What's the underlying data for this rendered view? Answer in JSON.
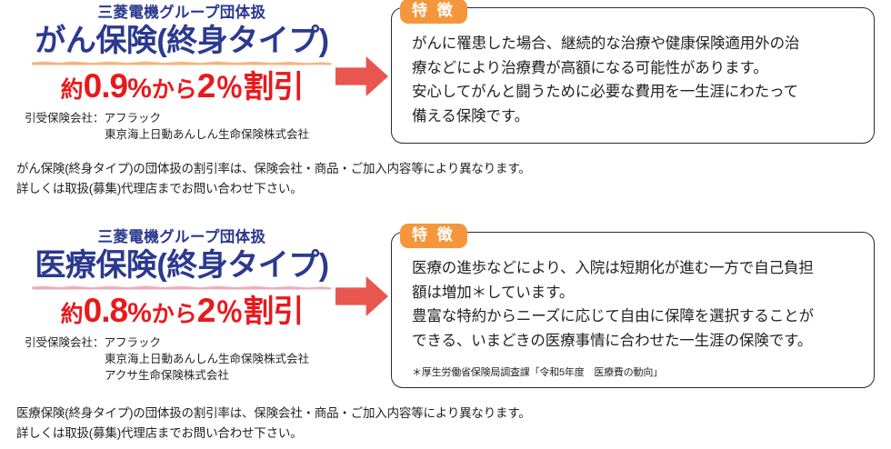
{
  "sections": [
    {
      "group_label": "三菱電機グループ団体扱",
      "product_title": "がん保険(終身タイプ)",
      "discount": {
        "approx": "約",
        "rate": "0.9",
        "percent": "%",
        "from": "から",
        "rate_max": "2",
        "percent_max": "％",
        "word": "割引",
        "full_text": "約0.9%から2％割引"
      },
      "underwriter_label": "引受保険会社：アフラック",
      "underwriters": [
        "東京海上日動あんしん生命保険株式会社"
      ],
      "feature": {
        "badge": "特 徴",
        "lines": [
          "がんに罹患した場合、継続的な治療や健康保険適用外の治",
          "療などにより治療費が高額になる可能性があります。",
          "安心してがんと闘うために必要な費用を一生涯にわたって",
          "備える保険です。"
        ],
        "note": ""
      },
      "disclaimer": [
        "がん保険(終身タイプ)の団体扱の割引率は、保険会社・商品・ご加入内容等により異なります。",
        "詳しくは取扱(募集)代理店までお問い合わせ下さい。"
      ]
    },
    {
      "group_label": "三菱電機グループ団体扱",
      "product_title": "医療保険(終身タイプ)",
      "discount": {
        "approx": "約",
        "rate": "0.8",
        "percent": "%",
        "from": "から",
        "rate_max": "2",
        "percent_max": "％",
        "word": "割引",
        "full_text": "約0.8%から2％割引"
      },
      "underwriter_label": "引受保険会社：アフラック",
      "underwriters": [
        "東京海上日動あんしん生命保険株式会社",
        "アクサ生命保険株式会社"
      ],
      "feature": {
        "badge": "特 徴",
        "lines": [
          "医療の進歩などにより、入院は短期化が進む一方で自己負担",
          "額は増加＊しています。",
          "豊富な特約からニーズに応じて自由に保障を選択することが",
          "できる、いまどきの医療事情に合わせた一生涯の保険です。"
        ],
        "note": "＊厚生労働省保険局調査課「令和5年度　医療費の動向」"
      },
      "disclaimer": [
        "医療保険(終身タイプ)の団体扱の割引率は、保険会社・商品・ご加入内容等により異なります。",
        "詳しくは取扱(募集)代理店までお問い合わせ下さい。"
      ]
    }
  ],
  "colors": {
    "title_navy": "#2b3990",
    "discount_red": "#e8191c",
    "arrow_red": "#e8564f",
    "badge_orange": "#f5963c",
    "brush_orange": "#f0a868",
    "brush_pink": "#e9a0ae",
    "body_text": "#231f20"
  },
  "icons": {
    "arrow": "right-arrow-icon"
  }
}
